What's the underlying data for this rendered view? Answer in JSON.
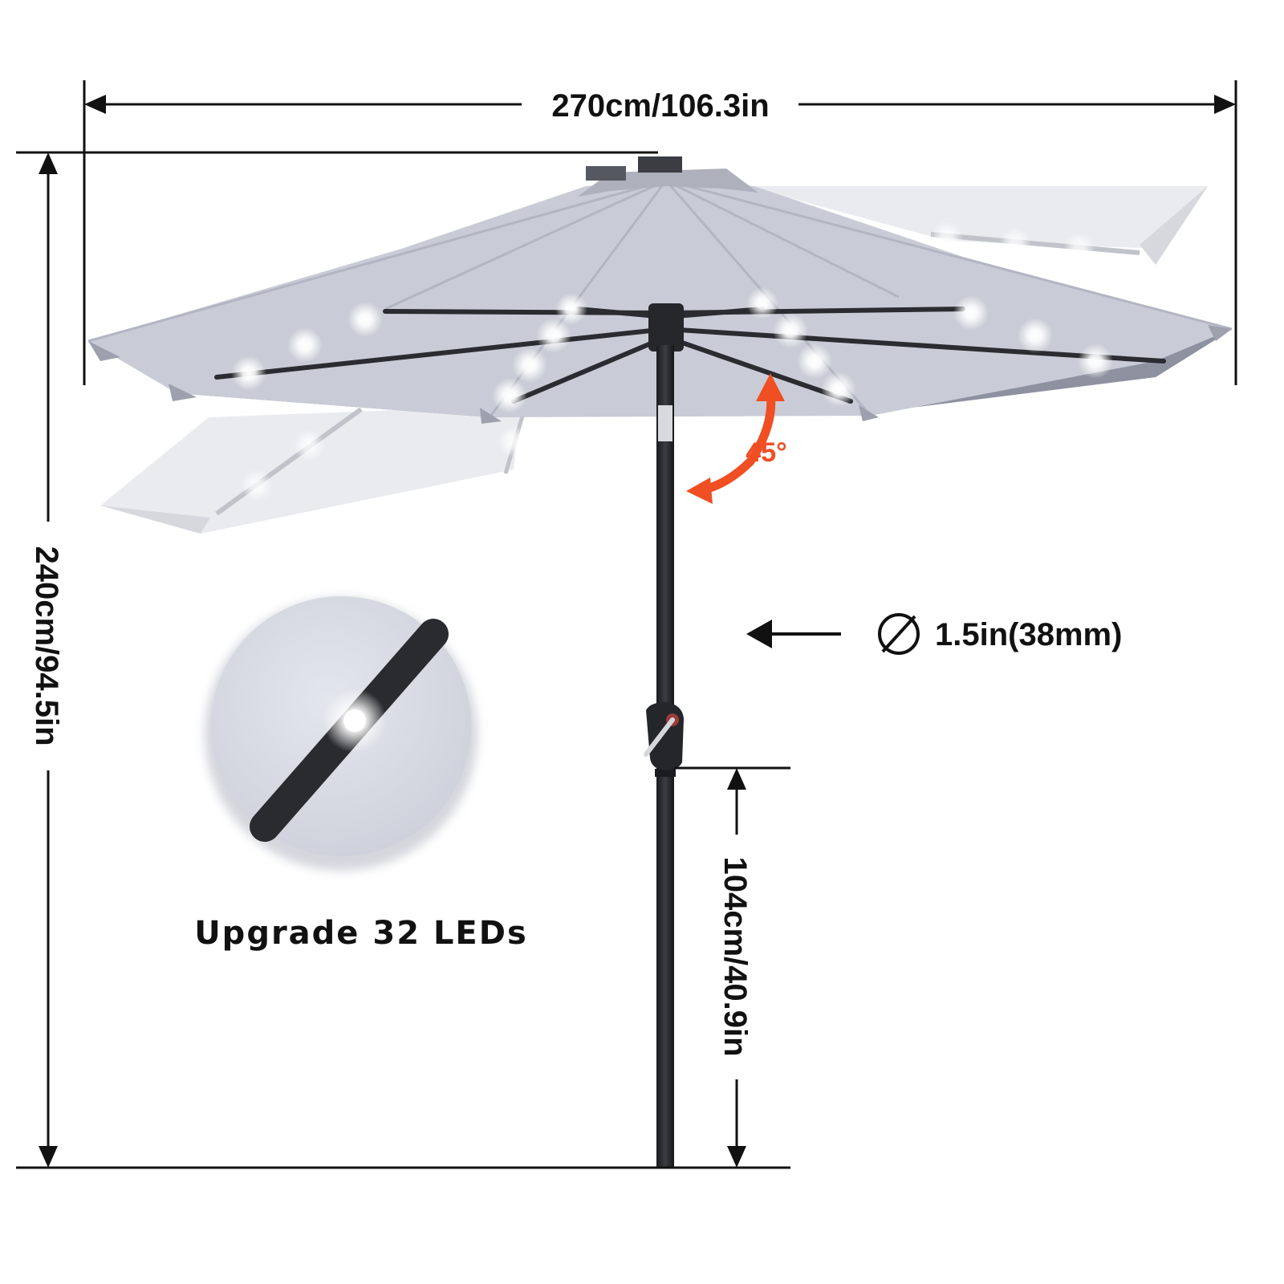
{
  "dimensions": {
    "width": "270cm/106.3in",
    "height": "240cm/94.5in",
    "lower_pole": "104cm/40.9in",
    "diameter": "1.5in(38mm)"
  },
  "tilt": {
    "angle": "45°"
  },
  "led_callout": {
    "caption": "Upgrade 32 LEDs"
  },
  "colors": {
    "canopy": "#c9ccd6",
    "canopy_shadow": "#8f93a0",
    "pole": "#2a2b2f",
    "accent": "#f04e23",
    "line": "#111111"
  },
  "icons": {
    "diameter_symbol": "circle-slash-icon",
    "led_light": "led-bulb-icon"
  }
}
